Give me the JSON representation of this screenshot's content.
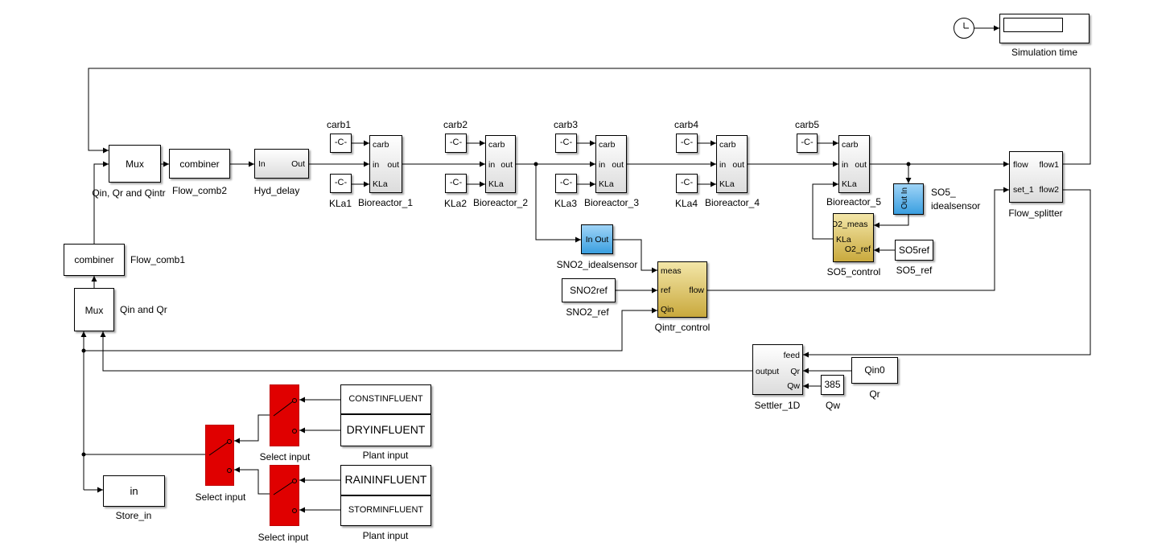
{
  "clock": {
    "icon": "clock-icon"
  },
  "simulation_time": {
    "label": "Simulation time"
  },
  "mux_main": {
    "text": "Mux",
    "label": "Qin, Qr and Qintr"
  },
  "mux_small": {
    "text": "Mux",
    "label": "Qin and Qr"
  },
  "flow_comb2": {
    "text": "combiner",
    "label": "Flow_comb2"
  },
  "flow_comb1": {
    "text": "combiner",
    "label": "Flow_comb1"
  },
  "hyd_delay": {
    "in": "In",
    "out": "Out",
    "label": "Hyd_delay"
  },
  "bioreactors": [
    {
      "label": "Bioreactor_1",
      "carb_label": "carb1",
      "kla_label": "KLa1"
    },
    {
      "label": "Bioreactor_2",
      "carb_label": "carb2",
      "kla_label": "KLa2"
    },
    {
      "label": "Bioreactor_3",
      "carb_label": "carb3",
      "kla_label": "KLa3"
    },
    {
      "label": "Bioreactor_4",
      "carb_label": "carb4",
      "kla_label": "KLa4"
    },
    {
      "label": "Bioreactor_5",
      "carb_label": "carb5"
    }
  ],
  "bioreactor_ports": {
    "carb": "carb",
    "in": "in",
    "out": "out",
    "kla": "KLa"
  },
  "const_text": "-C-",
  "flow_splitter": {
    "flow": "flow",
    "set": "set_1",
    "flow1": "flow1",
    "flow2": "flow2",
    "label": "Flow_splitter"
  },
  "so5_sensor": {
    "ports": "Out In",
    "label": "SO5_\nidealsensor",
    "label_line1": "SO5_",
    "label_line2": "idealsensor"
  },
  "so5_control": {
    "o2meas": "O2_meas",
    "kla": "KLa",
    "o2ref": "O2_ref",
    "label": "SO5_control"
  },
  "so5_ref": {
    "text": "SO5ref",
    "label": "SO5_ref"
  },
  "sno2_sensor": {
    "ports": "In Out",
    "label": "SNO2_idealsensor"
  },
  "sno2_ref": {
    "text": "SNO2ref",
    "label": "SNO2_ref"
  },
  "qintr_control": {
    "meas": "meas",
    "ref": "ref",
    "qin": "Qin",
    "flow": "flow",
    "label": "Qintr_control"
  },
  "settler": {
    "feed": "feed",
    "output": "output",
    "qr": "Qr",
    "qw": "Qw",
    "label": "Settler_1D"
  },
  "qin0": {
    "text": "Qin0",
    "label": "Qr"
  },
  "qw_const": {
    "text": "385",
    "label": "Qw"
  },
  "influents": {
    "constinfluent": "CONSTINFLUENT",
    "dryinfluent": "DRYINFLUENT",
    "raininfluent": "RAININFLUENT",
    "storminfluent": "STORMINFLUENT",
    "plant_input_label": "Plant input"
  },
  "select_input_label": "Select input",
  "store_in": {
    "text": "in",
    "label": "Store_in"
  },
  "colors": {
    "switch": "#e00000",
    "sensor": "#3a9fe0",
    "controller": "#c9a93d"
  }
}
